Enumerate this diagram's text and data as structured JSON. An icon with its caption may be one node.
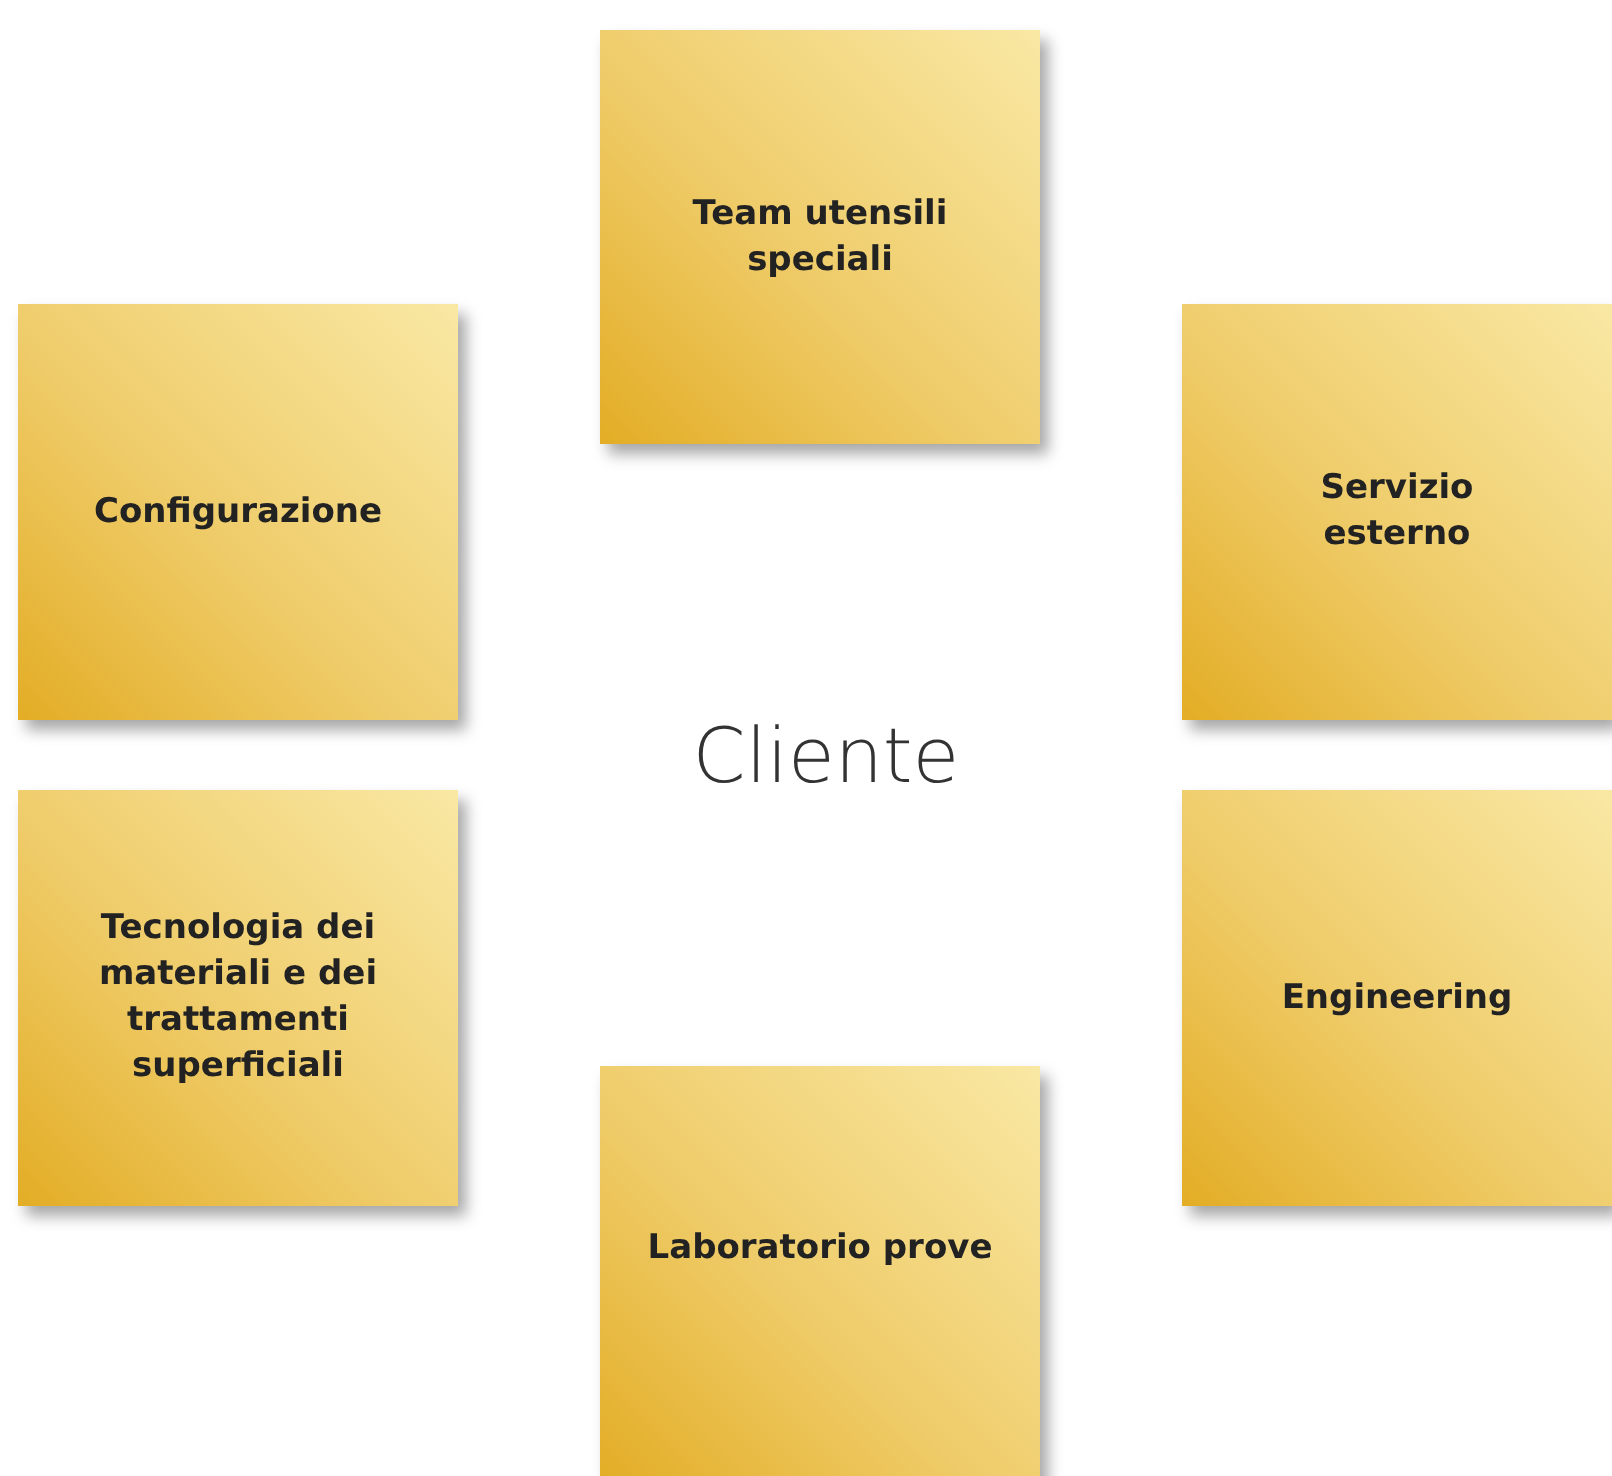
{
  "diagram": {
    "nodes": [
      {
        "text": [
          "Team utensili speciali"
        ]
      },
      {
        "text": [
          "Configurazione"
        ]
      },
      {
        "text": [
          "Servizio esterno"
        ]
      },
      {
        "text": [
          "Tecnologia dei materiali e dei trattamenti superficiali"
        ]
      },
      {
        "text": [
          "Engineering"
        ]
      },
      {
        "text": [
          "Laboratorio prove"
        ]
      }
    ],
    "labels": [
      "Cliente"
    ]
  }
}
